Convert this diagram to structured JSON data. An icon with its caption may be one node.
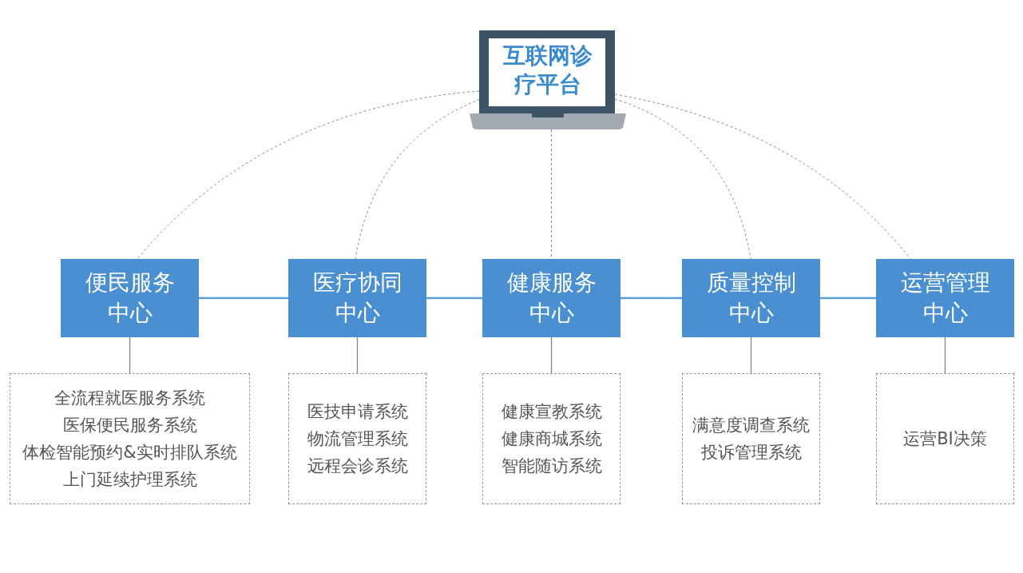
{
  "diagram": {
    "nodes": [
      {
        "text": [
          "互联网诊疗平台"
        ]
      },
      {
        "text": [
          "便民服务中心"
        ]
      },
      {
        "text": [
          "医疗协同中心"
        ]
      },
      {
        "text": [
          "健康服务中心"
        ]
      },
      {
        "text": [
          "质量控制中心"
        ]
      },
      {
        "text": [
          "运营管理中心"
        ]
      },
      {
        "text": [
          "全流程就医服务系统",
          "医保便民服务系统",
          "体检智能预约&实时排队系统",
          "上门延续护理系统"
        ]
      },
      {
        "text": [
          "医技申请系统",
          "物流管理系统",
          "远程会诊系统"
        ]
      },
      {
        "text": [
          "健康宣教系统",
          "健康商城系统",
          "智能随访系统"
        ]
      },
      {
        "text": [
          "满意度调查系统",
          "投诉管理系统"
        ]
      },
      {
        "text": [
          "运营BI决策"
        ]
      }
    ],
    "edges": [
      {
        "from": 0,
        "to": 1,
        "arrow": "none",
        "style": "dashed"
      },
      {
        "from": 0,
        "to": 2,
        "arrow": "none",
        "style": "dashed"
      },
      {
        "from": 0,
        "to": 3,
        "arrow": "none",
        "style": "dashed"
      },
      {
        "from": 0,
        "to": 4,
        "arrow": "none",
        "style": "dashed"
      },
      {
        "from": 0,
        "to": 5,
        "arrow": "none",
        "style": "dashed"
      },
      {
        "from": 1,
        "to": 2,
        "arrow": "none",
        "color": "#5b9bd5"
      },
      {
        "from": 2,
        "to": 3,
        "arrow": "none",
        "color": "#5b9bd5"
      },
      {
        "from": 3,
        "to": 4,
        "arrow": "none",
        "color": "#5b9bd5"
      },
      {
        "from": 4,
        "to": 5,
        "arrow": "none",
        "color": "#5b9bd5"
      },
      {
        "from": 1,
        "to": 6,
        "arrow": "none"
      },
      {
        "from": 2,
        "to": 7,
        "arrow": "none"
      },
      {
        "from": 3,
        "to": 8,
        "arrow": "none"
      },
      {
        "from": 4,
        "to": 9,
        "arrow": "none"
      },
      {
        "from": 5,
        "to": 10,
        "arrow": "none"
      }
    ]
  }
}
